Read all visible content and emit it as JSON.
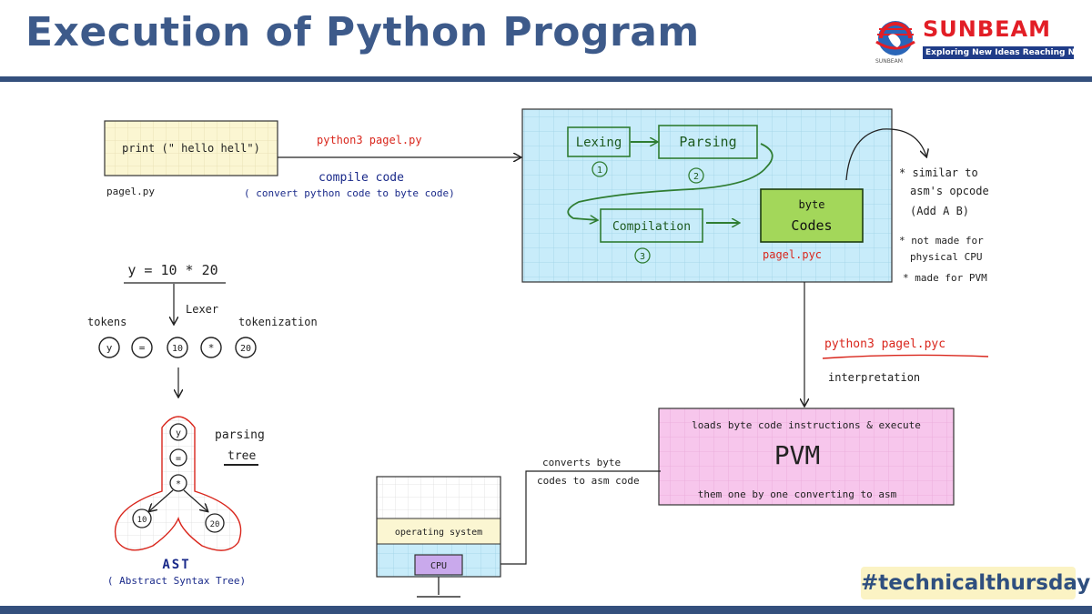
{
  "header": {
    "title": "Execution of Python Program",
    "logo_name": "SUNBEAM",
    "logo_tagline": "Exploring New Ideas Reaching New Heights",
    "logo_sub": "SUNBEAM"
  },
  "source": {
    "code": "print (\" hello hell\")",
    "filename": "pagel.py"
  },
  "compile_step": {
    "command": "python3  pagel.py",
    "label": "compile code",
    "note": "( convert python code to byte code)"
  },
  "compiler_box": {
    "lexing": "Lexing",
    "parsing": "Parsing",
    "compilation": "Compilation",
    "step1": "1",
    "step2": "2",
    "step3": "3",
    "byte_line1": "byte",
    "byte_line2": "Codes",
    "output_file": "pagel.pyc"
  },
  "bytecode_notes": {
    "n1_a": "* similar to",
    "n1_b": "asm's opcode",
    "n1_c": "(Add A B)",
    "n2_a": "* not made for",
    "n2_b": "physical CPU",
    "n3": "* made for PVM"
  },
  "interpret_step": {
    "command": "python3   pagel.pyc",
    "label": "interpretation"
  },
  "pvm": {
    "top": "loads byte code instructions & execute",
    "title": "PVM",
    "bottom": "them one by one converting to asm"
  },
  "convert_note": {
    "line1": "converts byte",
    "line2": "codes to asm code"
  },
  "computer": {
    "os": "operating system",
    "cpu": "CPU"
  },
  "lexer_demo": {
    "expression": "y = 10 * 20",
    "lexer": "Lexer",
    "tokens_label": "tokens",
    "tokenization": "tokenization",
    "tokens": [
      "y",
      "=",
      "10",
      "*",
      "20"
    ]
  },
  "ast_demo": {
    "nodes": [
      "y",
      "=",
      "*",
      "10",
      "20"
    ],
    "parsing": "parsing",
    "tree": "tree",
    "title": "AST",
    "subtitle": "( Abstract Syntax Tree)"
  },
  "hashtag": "#technicalthursday",
  "colors": {
    "title": "#3d5a8a",
    "rule": "#34507d",
    "accent_red": "#d9261c",
    "ink_blue": "#1a2a8a",
    "box_blue": "#c8ecfa",
    "pvm_pink": "#f7c6ec",
    "code_yellow": "#fbf6d2",
    "byte_green": "#a3d75a",
    "flow_green": "#2f7d32"
  }
}
